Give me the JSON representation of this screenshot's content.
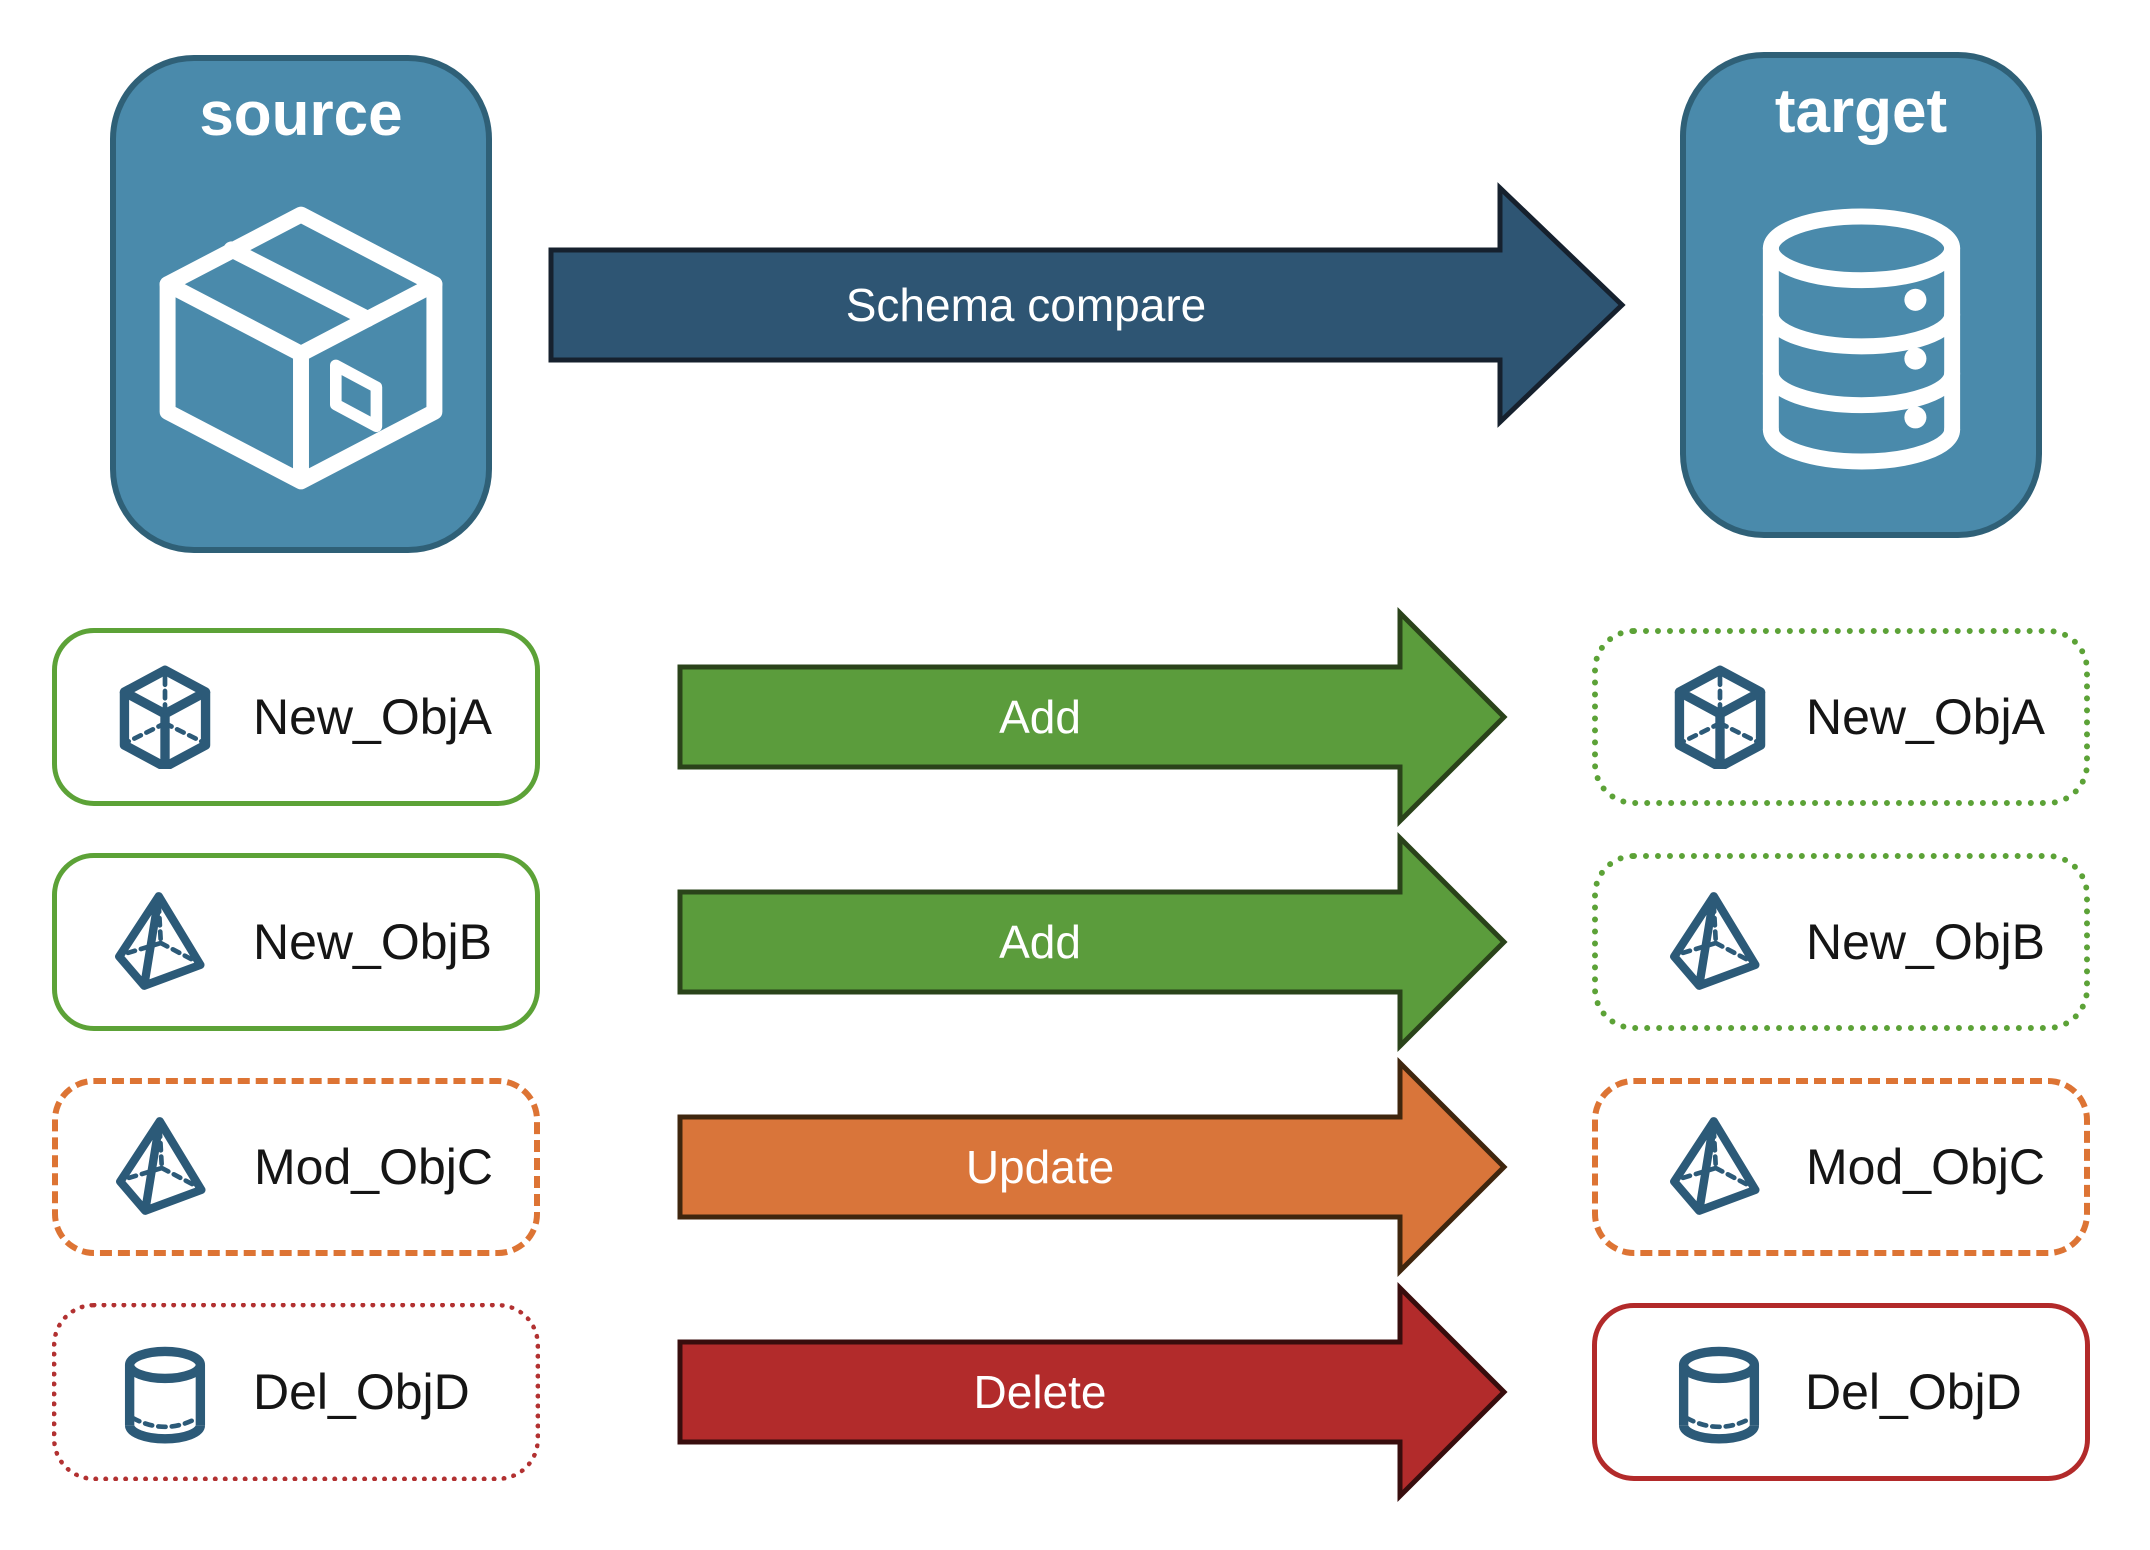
{
  "diagram": {
    "source_panel": {
      "title": "source",
      "icon": "package-icon"
    },
    "target_panel": {
      "title": "target",
      "icon": "database-icon"
    },
    "main_arrow": {
      "label": "Schema compare"
    },
    "rows": [
      {
        "left": {
          "label": "New_ObjA",
          "icon": "cube-icon",
          "border": "green-solid"
        },
        "arrow": {
          "label": "Add",
          "color": "#5b9c3c"
        },
        "right": {
          "label": "New_ObjA",
          "icon": "cube-icon",
          "border": "green-dotted"
        }
      },
      {
        "left": {
          "label": "New_ObjB",
          "icon": "pyramid-icon",
          "border": "green-solid"
        },
        "arrow": {
          "label": "Add",
          "color": "#5b9c3c"
        },
        "right": {
          "label": "New_ObjB",
          "icon": "pyramid-icon",
          "border": "green-dotted"
        }
      },
      {
        "left": {
          "label": "Mod_ObjC",
          "icon": "pyramid-icon",
          "border": "orange-dashed"
        },
        "arrow": {
          "label": "Update",
          "color": "#d9753a"
        },
        "right": {
          "label": "Mod_ObjC",
          "icon": "pyramid-icon",
          "border": "orange-dashed"
        }
      },
      {
        "left": {
          "label": "Del_ObjD",
          "icon": "cylinder-icon",
          "border": "red-dotted"
        },
        "arrow": {
          "label": "Delete",
          "color": "#b22b2b"
        },
        "right": {
          "label": "Del_ObjD",
          "icon": "cylinder-icon",
          "border": "red-solid"
        }
      }
    ],
    "colors": {
      "panel_fill": "#4a8aab",
      "panel_border": "#2f6077",
      "main_arrow_fill": "#2e5573",
      "green": "#5ca237",
      "orange": "#dd7434",
      "red": "#b22a2a",
      "icon_blue": "#2c5a78",
      "label_text": "#151515"
    }
  }
}
